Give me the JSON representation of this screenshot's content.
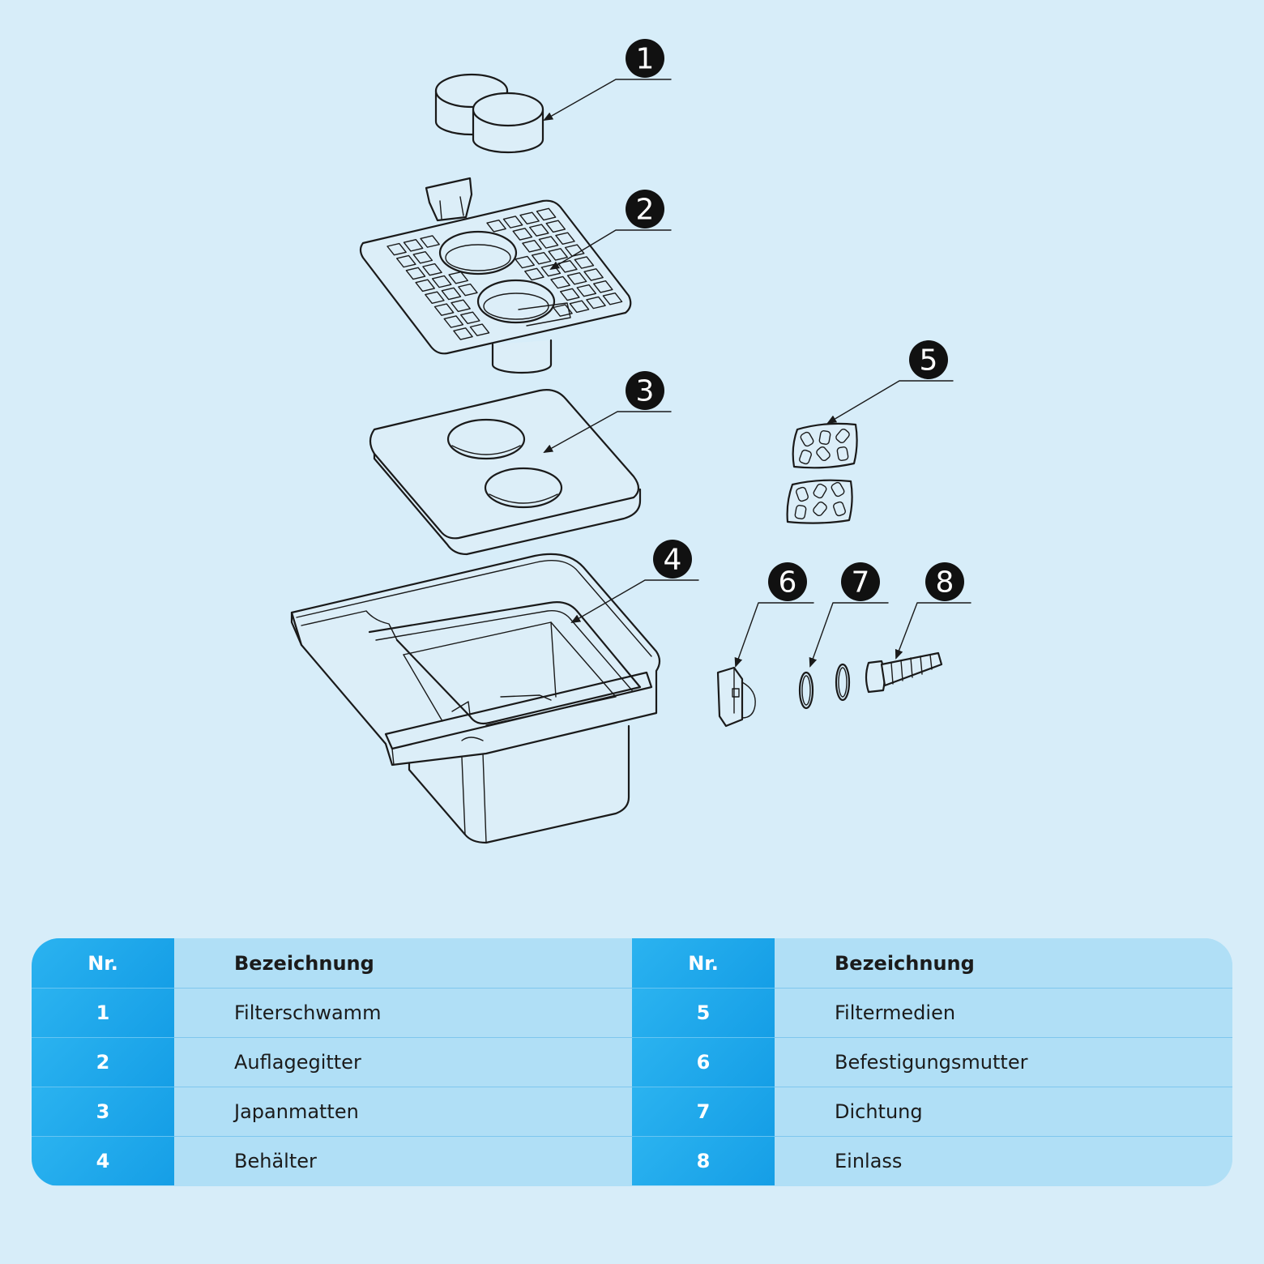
{
  "diagram": {
    "callouts": [
      "1",
      "2",
      "3",
      "4",
      "5",
      "6",
      "7",
      "8"
    ]
  },
  "table": {
    "headers": {
      "nr": "Nr.",
      "bezeichnung": "Bezeichnung"
    },
    "left": [
      {
        "nr": "1",
        "name": "Filterschwamm"
      },
      {
        "nr": "2",
        "name": "Auflagegitter"
      },
      {
        "nr": "3",
        "name": "Japanmatten"
      },
      {
        "nr": "4",
        "name": "Behälter"
      }
    ],
    "right": [
      {
        "nr": "5",
        "name": "Filtermedien"
      },
      {
        "nr": "6",
        "name": "Befestigungsmutter"
      },
      {
        "nr": "7",
        "name": "Dichtung"
      },
      {
        "nr": "8",
        "name": "Einlass"
      }
    ]
  }
}
